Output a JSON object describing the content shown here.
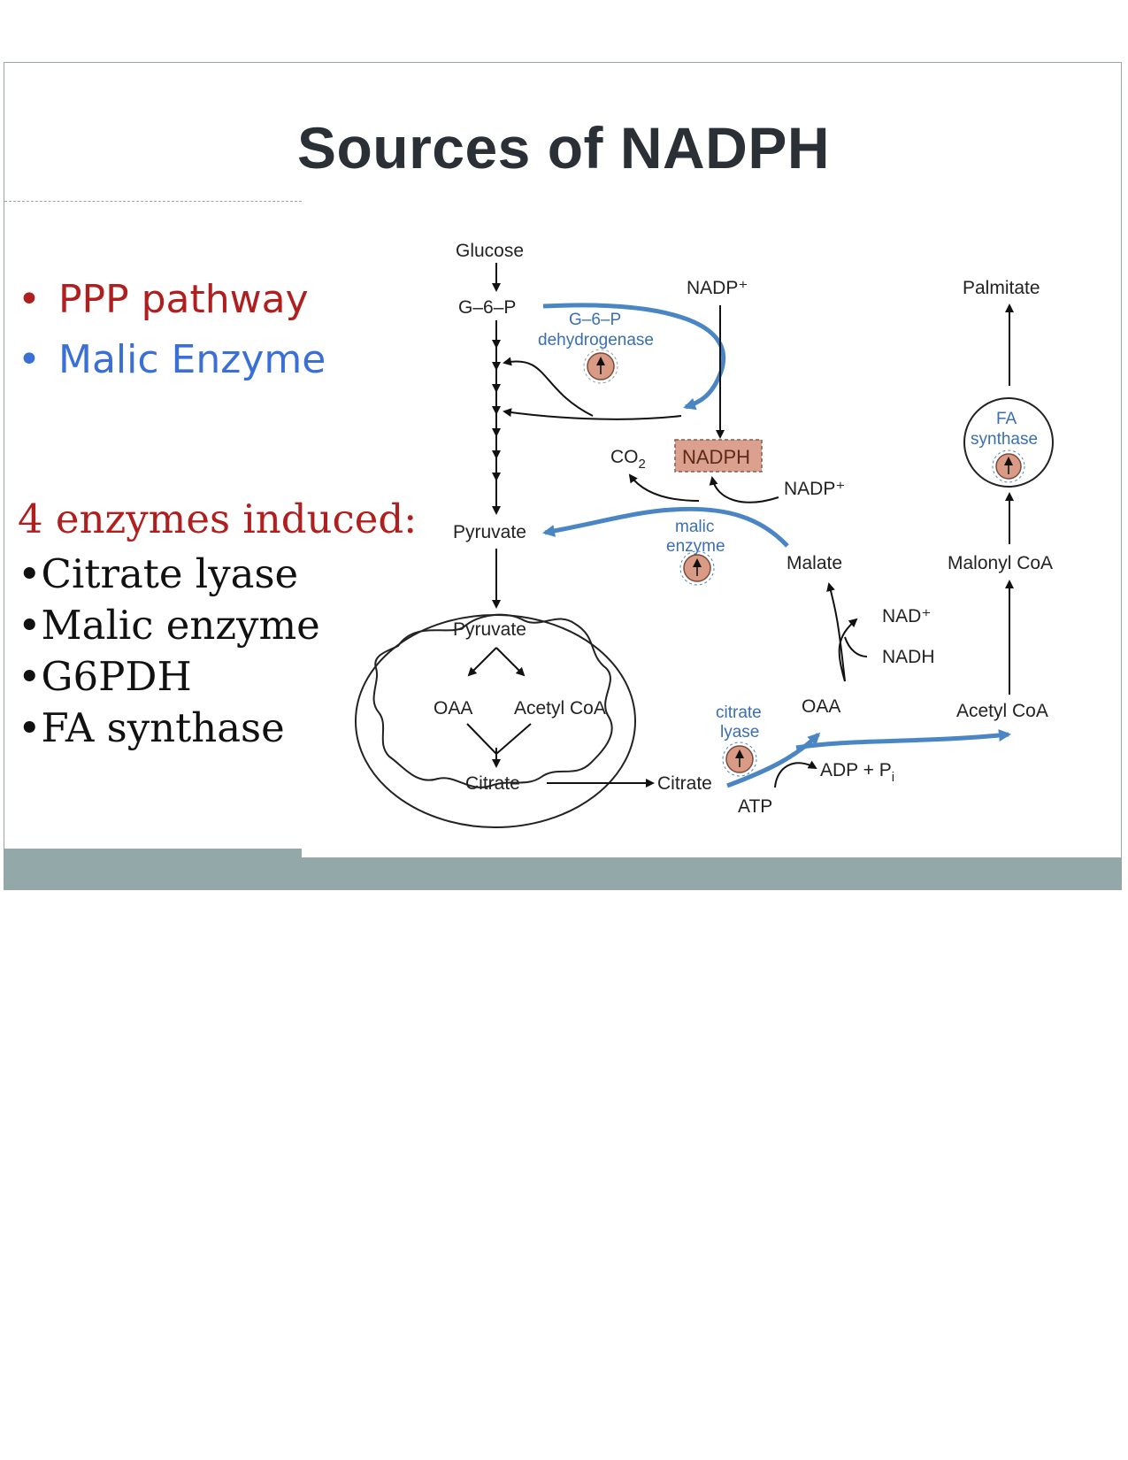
{
  "slide": {
    "title": "Sources of NADPH"
  },
  "bullets": [
    {
      "marker": "•",
      "text": "PPP pathway",
      "color": "#b01e1e"
    },
    {
      "marker": "•",
      "text": "Malic Enzyme",
      "color": "#3a6fd8"
    }
  ],
  "enzymes": {
    "heading": "4 enzymes induced:",
    "items": [
      "•Citrate lyase",
      "•Malic enzyme",
      "•G6PDH",
      "•FA synthase"
    ]
  },
  "diagram": {
    "glucose": "Glucose",
    "g6p": "G–6–P",
    "g6p_dh_line1": "G–6–P",
    "g6p_dh_line2": "dehydrogenase",
    "nadp_top": "NADP⁺",
    "nadph": "NADPH",
    "co2": "CO",
    "co2_sub": "2",
    "nadp_mid": "NADP⁺",
    "malic_line1": "malic",
    "malic_line2": "enzyme",
    "pyruvate_cyto": "Pyruvate",
    "malate": "Malate",
    "nad_plus": "NAD⁺",
    "nadh": "NADH",
    "oaa_cyto": "OAA",
    "citrate_lyase_line1": "citrate",
    "citrate_lyase_line2": "lyase",
    "adp": "ADP + P",
    "adp_sub": "i",
    "atp": "ATP",
    "citrate_cyto": "Citrate",
    "pyruvate_mito": "Pyruvate",
    "oaa_mito": "OAA",
    "acetyl_mito": "Acetyl CoA",
    "citrate_mito": "Citrate",
    "palmitate": "Palmitate",
    "fa_line1": "FA",
    "fa_line2": "synthase",
    "malonyl": "Malonyl CoA",
    "acetyl_cyto": "Acetyl CoA",
    "colors": {
      "blue_arrow": "#4a86c4",
      "enzyme_badge": "#d99a86",
      "nadph_box": "#dba08e"
    }
  }
}
